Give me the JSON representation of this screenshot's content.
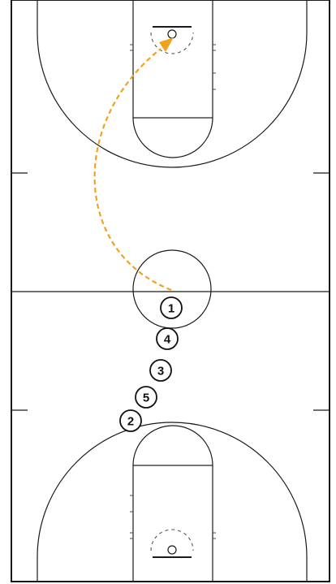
{
  "colors": {
    "court_line": "#1a1a1a",
    "pass_arrow": "#f2a11f",
    "background": "#ffffff"
  },
  "players": [
    {
      "id": "p1",
      "label": "1"
    },
    {
      "id": "p4",
      "label": "4"
    },
    {
      "id": "p3",
      "label": "3"
    },
    {
      "id": "p5",
      "label": "5"
    },
    {
      "id": "p2",
      "label": "2"
    }
  ],
  "pass_arrow": {
    "icon": "dashed-curved-arrow",
    "from": "1",
    "to": "basket"
  }
}
